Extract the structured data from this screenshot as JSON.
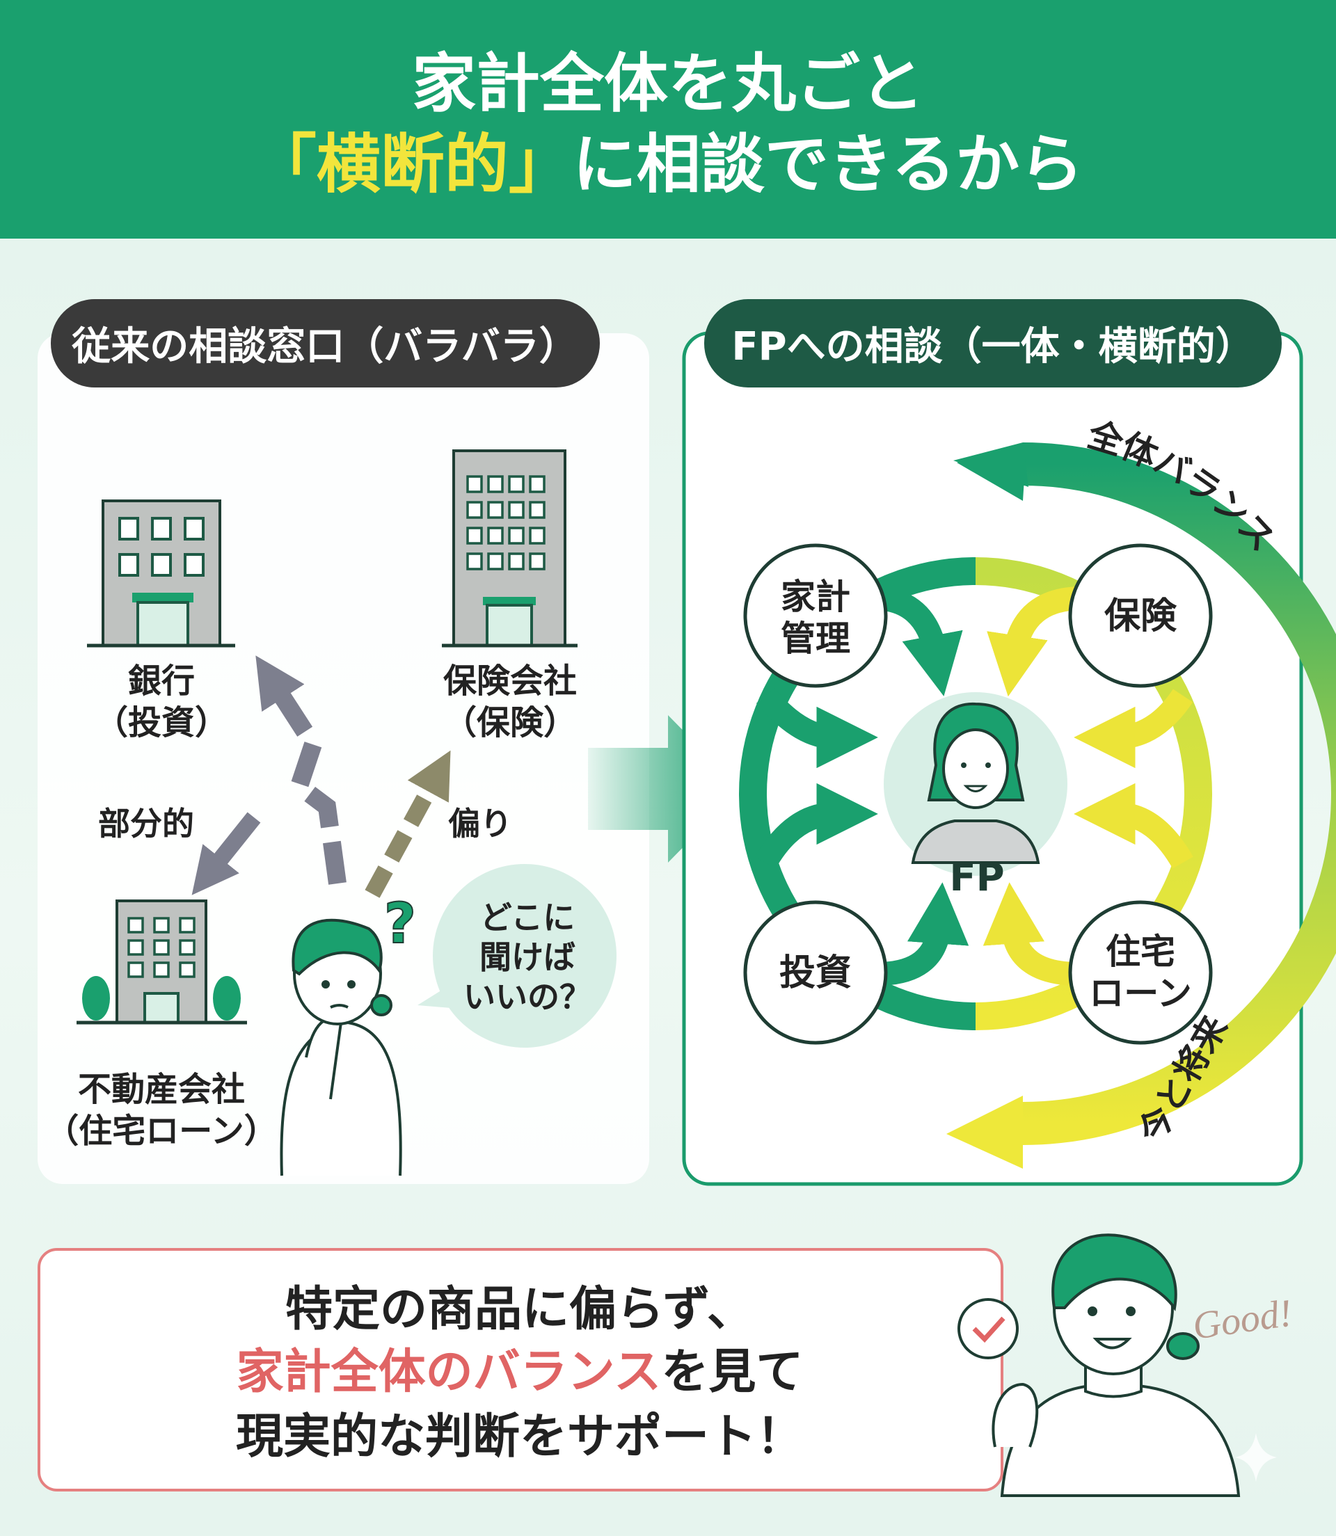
{
  "header": {
    "title_line1": "家計全体を丸ごと",
    "title_line2_highlight": "「横断的」",
    "title_line2_rest": "に相談できるから"
  },
  "left_panel": {
    "title": "従来の相談窓口（バラバラ）",
    "bank": {
      "name": "銀行",
      "sub": "（投資）"
    },
    "insurance_company": {
      "name": "保険会社",
      "sub": "（保険）"
    },
    "real_estate": {
      "name": "不動産会社",
      "sub": "（住宅ローン）"
    },
    "label_partial": "部分的",
    "label_biased": "偏り",
    "question_mark": "?",
    "speech": [
      "どこに",
      "聞けば",
      "いいの？"
    ]
  },
  "right_panel": {
    "title": "FPへの相談（一体・横断的）",
    "center_label": "FP",
    "nodes": {
      "household": [
        "家計",
        "管理"
      ],
      "insurance": "保険",
      "investment": "投資",
      "housing_loan": [
        "住宅",
        "ローン"
      ]
    },
    "arc_top_label": "全体バランス",
    "arc_bottom_label": "今と将来"
  },
  "bottom": {
    "line1": "特定の商品に偏らず、",
    "line2_highlight": "家計全体のバランス",
    "line2_rest": "を見て",
    "line3": "現実的な判断をサポート！",
    "good": "Good!"
  },
  "colors": {
    "header_green": "#1aa06e",
    "dark_green": "#1e5a45",
    "accent_yellow": "#f2e53c",
    "accent_red": "#e06464",
    "panel_border": "#1a9b6c"
  }
}
